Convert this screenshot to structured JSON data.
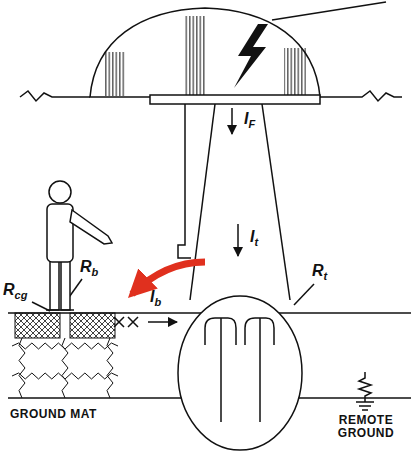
{
  "diagram": {
    "labels": [
      "IF",
      "It",
      "Ib",
      "Rb",
      "Rcg",
      "Rt",
      "GROUND MAT",
      "REMOTE GROUND"
    ]
  }
}
